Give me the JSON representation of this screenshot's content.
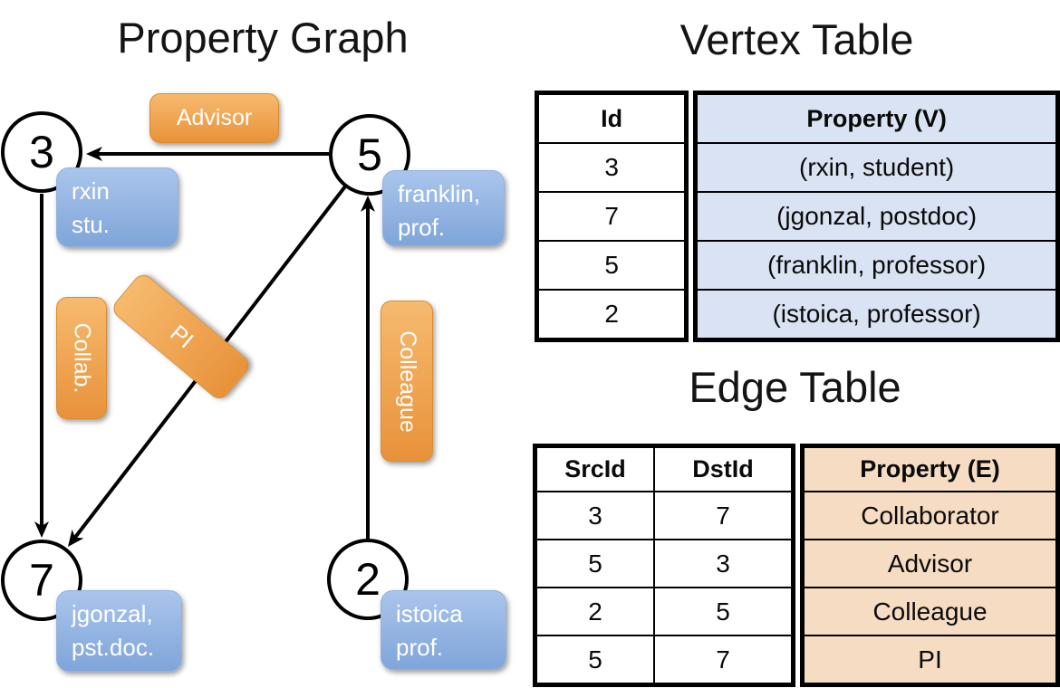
{
  "colors": {
    "node_card_blue_top": "#aac5ec",
    "node_card_blue_bottom": "#7fa5d9",
    "edge_label_orange_top": "#f7ba6e",
    "edge_label_orange_bottom": "#e8923a",
    "vertex_table_cell_blue": "#dae3f3",
    "edge_table_cell_tan": "#f6dcc3",
    "line_black": "#000000"
  },
  "graph": {
    "title": "Property Graph",
    "vertices": [
      {
        "id": "3"
      },
      {
        "id": "5"
      },
      {
        "id": "7"
      },
      {
        "id": "2"
      }
    ],
    "vertex_cards": [
      {
        "line1": "rxin",
        "line2": "stu."
      },
      {
        "line1": "franklin,",
        "line2": "prof."
      },
      {
        "line1": "jgonzal,",
        "line2": "pst.doc."
      },
      {
        "line1": "istoica",
        "line2": "prof."
      }
    ],
    "edge_labels": {
      "advisor": "Advisor",
      "collab": "Collab.",
      "pi": "PI",
      "colleague": "Colleague"
    }
  },
  "vertex_table": {
    "title": "Vertex Table",
    "columns": [
      "Id",
      "Property (V)"
    ],
    "rows": [
      [
        "3",
        "(rxin, student)"
      ],
      [
        "7",
        "(jgonzal, postdoc)"
      ],
      [
        "5",
        "(franklin, professor)"
      ],
      [
        "2",
        "(istoica, professor)"
      ]
    ]
  },
  "edge_table": {
    "title": "Edge Table",
    "columns": [
      "SrcId",
      "DstId",
      "Property (E)"
    ],
    "rows": [
      [
        "3",
        "7",
        "Collaborator"
      ],
      [
        "5",
        "3",
        "Advisor"
      ],
      [
        "2",
        "5",
        "Colleague"
      ],
      [
        "5",
        "7",
        "PI"
      ]
    ]
  }
}
